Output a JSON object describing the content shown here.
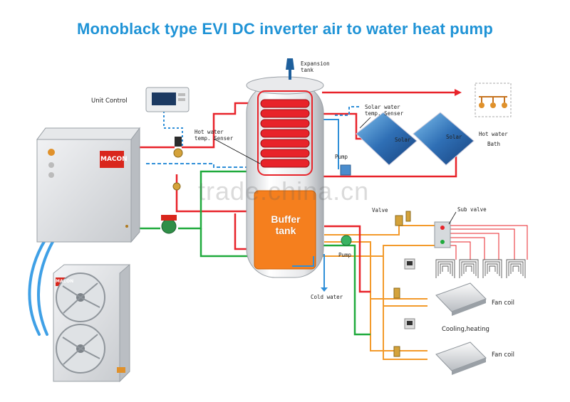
{
  "title": "Monoblack  type EVI DC inverter air to water heat pump",
  "labels": {
    "unit_control": "Unit Control",
    "expansion_tank": "Expansion\ntank",
    "hot_water_sensor": "Hot water\ntemp. Senser",
    "solar_water_sensor": "Solar water\ntemp. Senser",
    "solar1": "Solar",
    "solar2": "Solar",
    "pump_top": "Pump",
    "pump_bottom": "Pump",
    "hot_water": "Hot water",
    "bath": "Bath",
    "valve": "Valve",
    "sub_valve": "Sub valve",
    "buffer_tank": "Buffer\ntank",
    "cold_water": "Cold water",
    "fan_coil_1": "Fan coil",
    "cooling_heating": "Cooling,heating",
    "fan_coil_2": "Fan coil",
    "brand_indoor": "MACON",
    "brand_outdoor": "MACON"
  },
  "watermark": "trade.china.cn",
  "colors": {
    "title": "#1f93d6",
    "hot_pipe": "#e8232a",
    "green_pipe": "#1faa3c",
    "blue_pipe": "#2f8fd8",
    "orange_pipe": "#f39a2b",
    "tank_orange": "#f57f1e"
  }
}
